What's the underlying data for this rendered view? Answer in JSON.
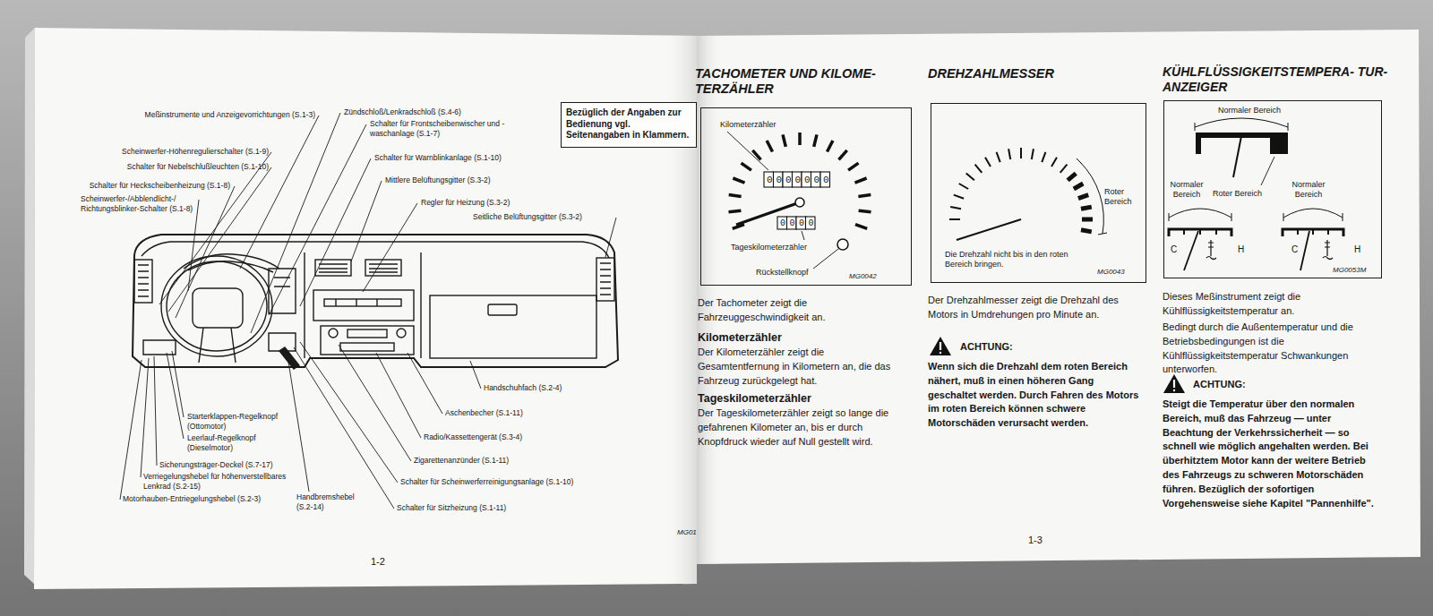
{
  "diagram": {
    "nodes": [
      {
        "text": [
          "Bezüglich der Angaben zur Bedienung vgl. Seitenangaben in Klammern."
        ]
      },
      {
        "text": [
          "Kilometerzähler",
          "0000000",
          "0000",
          "Tageskilometerzähler",
          "Rückstellknopf",
          "MG0042"
        ]
      },
      {
        "text": [
          "Roter Bereich",
          "Die Drehzahl nicht bis in den roten Bereich bringen.",
          "MG0043"
        ]
      },
      {
        "text": [
          "Normaler Bereich",
          "Normaler Bereich",
          "Roter Bereich",
          "Normaler Bereich",
          "C",
          "H",
          "C",
          "H",
          "MG0053M"
        ]
      }
    ],
    "labels": [
      "Meßinstrumente und Anzeigevorrichtungen (S.1-3)",
      "Scheinwerfer-Höhenregulierschalter (S.1-9)",
      "Schalter für Nebelschlußleuchten (S.1-10)",
      "Schalter für Heckscheibenheizung (S.1-8)",
      "Scheinwerfer-/Abblendlicht-/ Richtungsblinker-Schalter (S.1-8)",
      "Zündschloß/Lenkradschloß (S.4-6)",
      "Schalter für Frontscheibenwischer und -waschanlage (S.1-7)",
      "Schalter für Warnblinkanlage (S.1-10)",
      "Mittlere Belüftungsgitter (S.3-2)",
      "Regler für Heizung (S.3-2)",
      "Seitliche Belüftungsgitter (S.3-2)",
      "Starterklappen-Regelknopf (Ottomotor)",
      "Leerlauf-Regelknopf (Dieselmotor)",
      "Sicherungsträger-Deckel (S.7-17)",
      "Verriegelungshebel für höhenverstellbares Lenkrad (S.2-15)",
      "Motorhauben-Entriegelungshebel (S.2-3)",
      "Handschuhfach (S.2-4)",
      "Aschenbecher (S.1-11)",
      "Radio/Kassettengerät (S.3-4)",
      "Zigarettenanzünder (S.1-11)",
      "Schalter für Scheinwerferreinigungsanlage (S.1-10)",
      "Handbremshebel (S.2-14)",
      "Schalter für Sitzheizung (S.1-11)",
      "MG01",
      "1-2",
      "TACHOMETER UND KILOME- TERZÄHLER",
      "DREHZAHLMESSER",
      "KÜHLFLÜSSIGKEITSTEMPERA- TUR-ANZEIGER",
      "Der Tachometer zeigt die Fahrzeuggeschwindigkeit an.",
      "Kilometerzähler",
      "Der Kilometerzähler zeigt die Gesamtentfernung in Kilometern an, die das Fahrzeug zurückgelegt hat.",
      "Tageskilometerzähler",
      "Der Tageskilometerzähler zeigt so lange die gefahrenen Kilometer an, bis er durch Knopfdruck wieder auf Null gestellt wird.",
      "Der Drehzahlmesser zeigt die Drehzahl des Motors in Umdrehungen pro Minute an.",
      "ACHTUNG:",
      "Wenn sich die Drehzahl dem roten Bereich nähert, muß in einen höheren Gang geschaltet werden. Durch Fahren des Motors im roten Bereich können schwere Motorschäden verursacht werden.",
      "Dieses Meßinstrument zeigt die Kühlflüssigkeitstemperatur an.",
      "Bedingt durch die Außentemperatur und die Betriebsbedingungen ist die Kühlflüssigkeitstemperatur Schwankungen unterworfen.",
      "ACHTUNG:",
      "Steigt die Temperatur über den normalen Bereich, muß das Fahrzeug — unter Beachtung der Verkehrssicherheit — so schnell wie möglich angehalten werden. Bei überhitztem Motor kann der weitere Betrieb des Fahrzeugs zu schweren Motorschäden führen. Bezüglich der sofortigen Vorgehensweise siehe Kapitel \"Pannenhilfe\".",
      "1-3"
    ]
  }
}
